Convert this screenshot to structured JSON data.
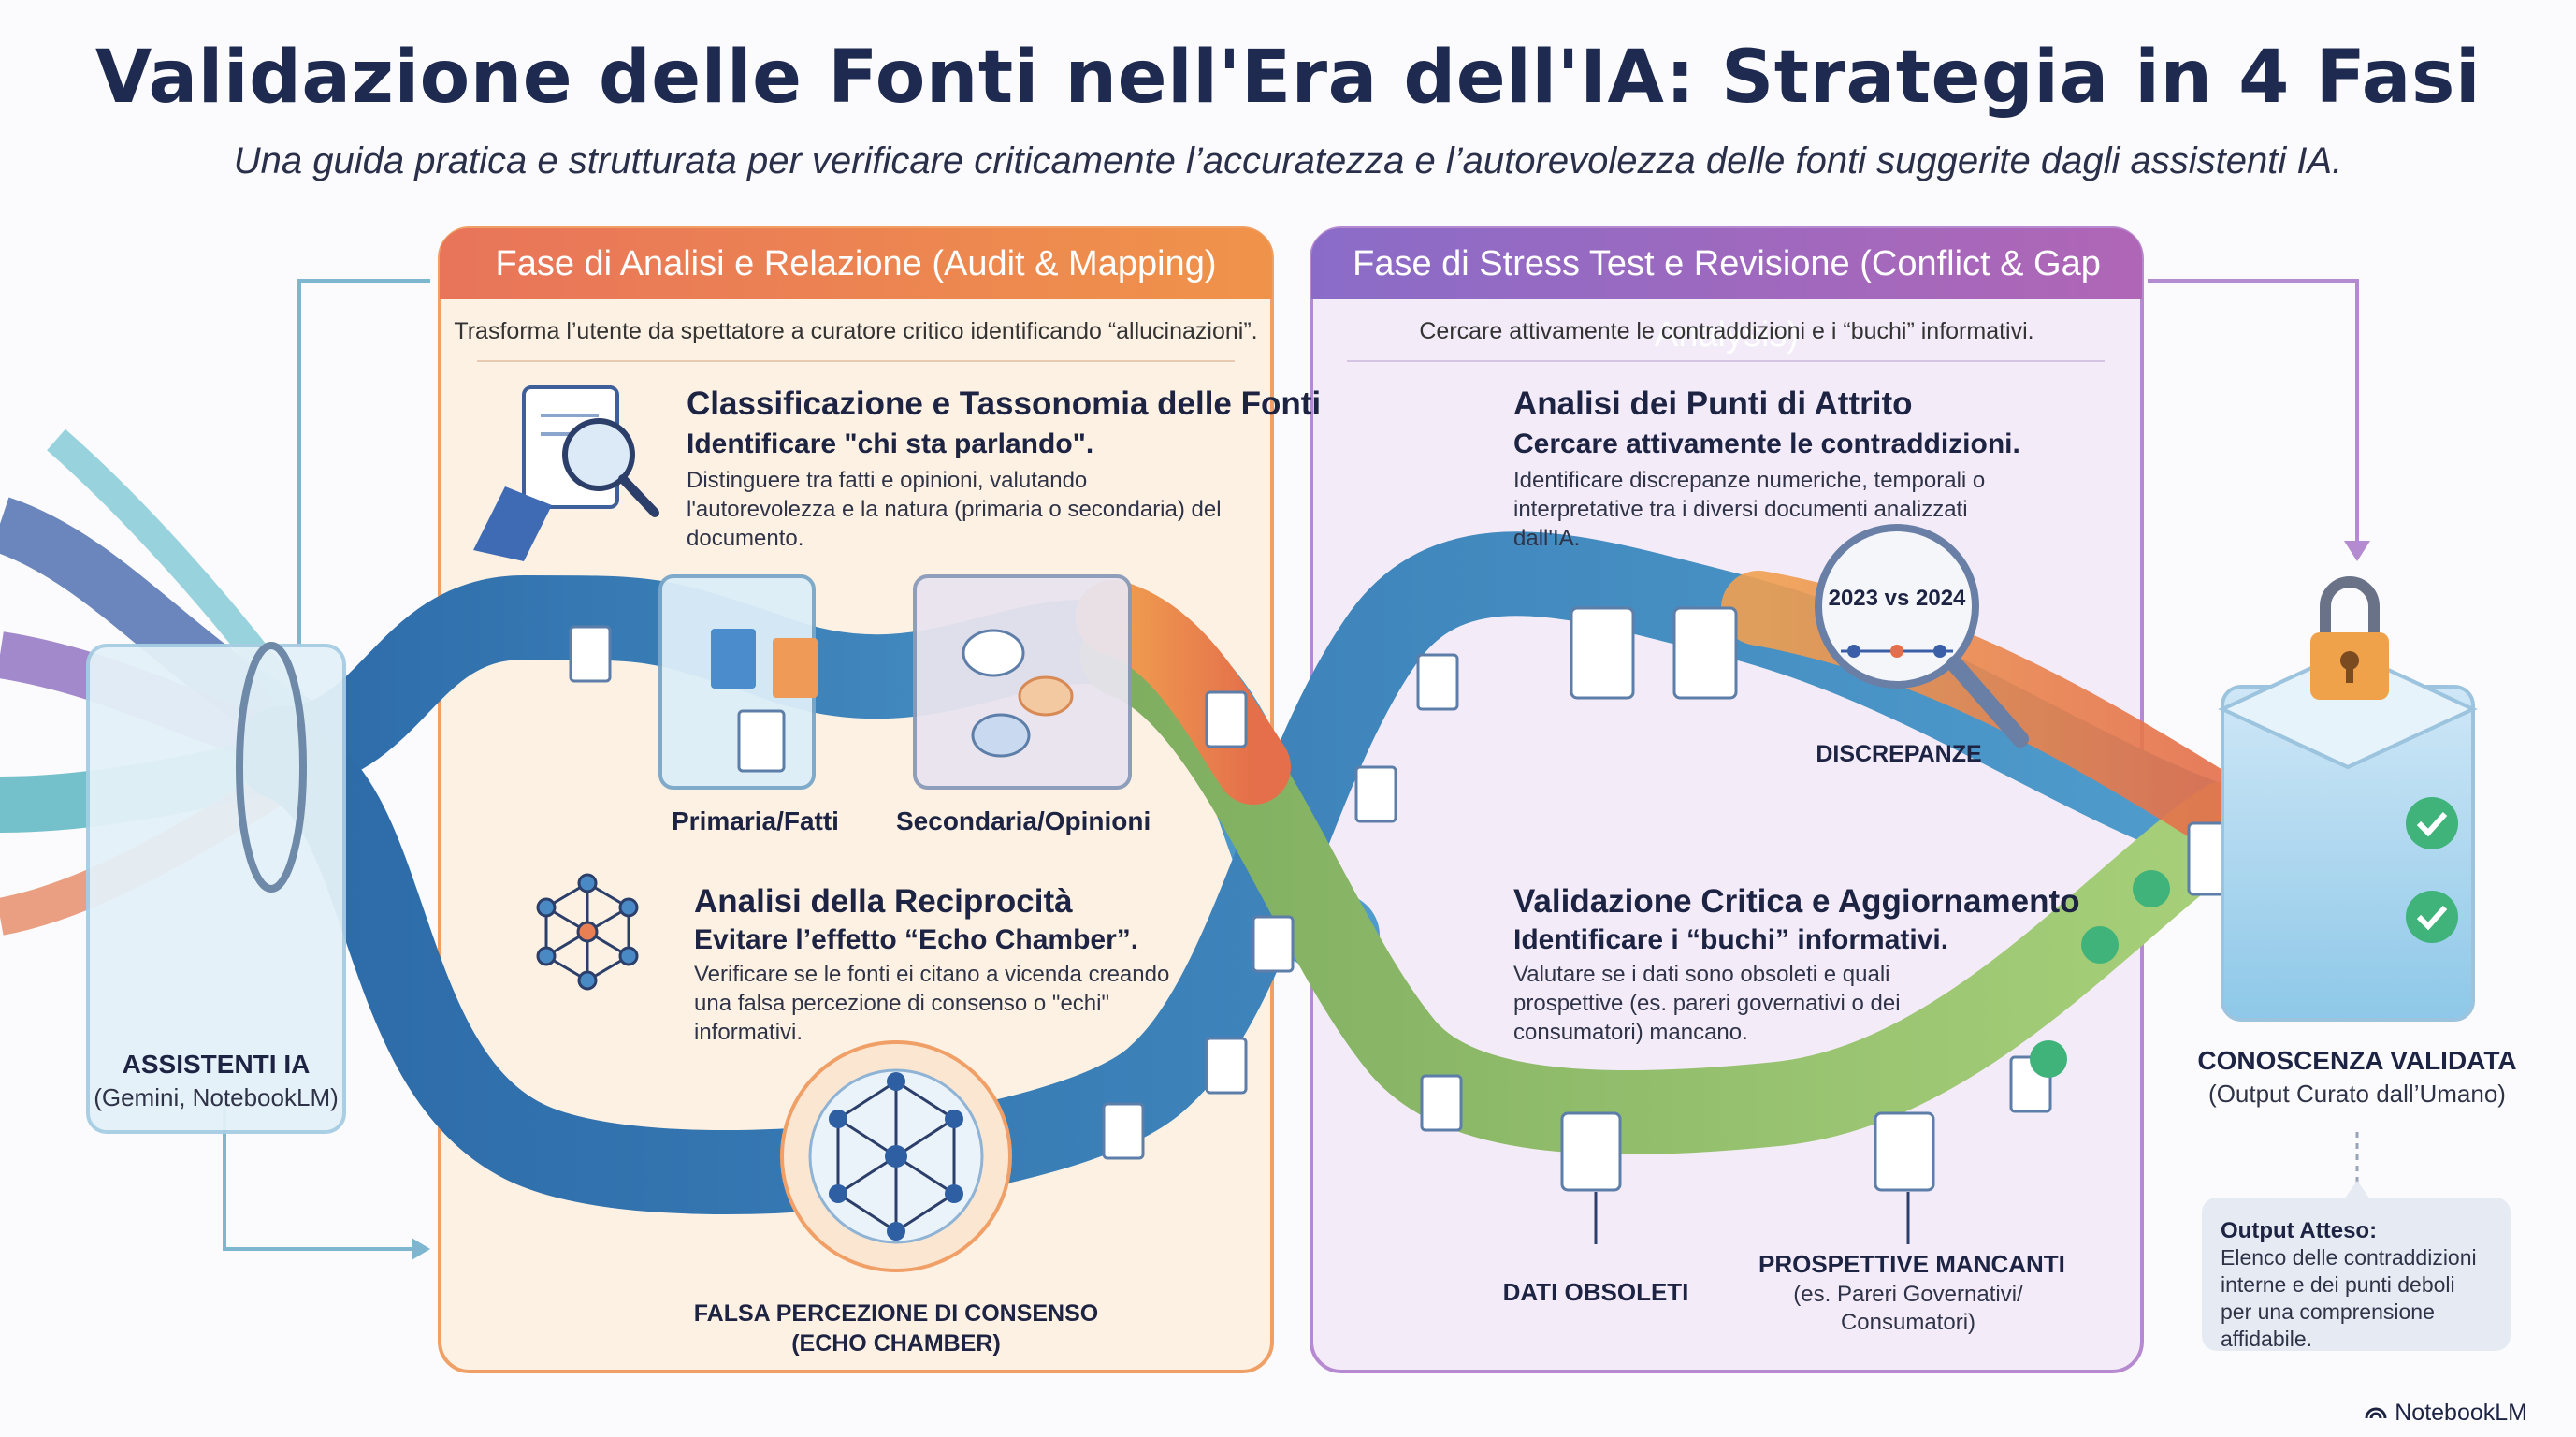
{
  "title": "Validazione delle Fonti nell'Era dell'IA: Strategia in 4 Fasi",
  "subtitle": "Una guida pratica e strutturata per verificare criticamente l’accuratezza e l’autorevolezza delle fonti suggerite dagli assistenti IA.",
  "phases": {
    "audit": {
      "header": "Fase di Analisi e Relazione (Audit & Mapping)",
      "intro": "Trasforma l’utente da spettatore a curatore critico identificando “allucinazioni”.",
      "section1": {
        "title": "Classificazione e Tassonomia delle Fonti",
        "subtitle": "Identificare \"chi sta parlando\".",
        "body": "Distinguere tra fatti e opinioni, valutando l'autorevolezza e la natura (primaria o secondaria) del documento."
      },
      "labels": {
        "primary": "Primaria/Fatti",
        "secondary": "Secondaria/Opinioni"
      },
      "section2": {
        "title": "Analisi della Reciprocità",
        "subtitle": "Evitare l’effetto “Echo Chamber”.",
        "body": "Verificare se le fonti ei citano a vicenda creando una falsa percezione di consenso o \"echi\" informativi."
      },
      "echo_label_1": "FALSA PERCEZIONE DI CONSENSO",
      "echo_label_2": "(ECHO CHAMBER)"
    },
    "stress": {
      "header": "Fase di Stress Test e Revisione (Conflict & Gap Analysis)",
      "intro": "Cercare attivamente le contraddizioni e i “buchi” informativi.",
      "section1": {
        "title": "Analisi dei Punti di Attrito",
        "subtitle": "Cercare attivamente le contraddizioni.",
        "body": "Identificare discrepanze numeriche, temporali o interpretative tra i diversi documenti analizzati dall'IA."
      },
      "magnifier_text": "2023 vs 2024",
      "discrepancy_label": "DISCREPANZE",
      "section2": {
        "title": "Validazione Critica e Aggiornamento",
        "subtitle": "Identificare i “buchi” informativi.",
        "body": "Valutare se i dati sono obsoleti e quali prospettive (es. pareri governativi o dei consumatori) mancano."
      },
      "obsolete_label": "DATI OBSOLETI",
      "missing_label": "PROSPETTIVE MANCANTI",
      "missing_sub_1": "(es. Pareri Governativi/",
      "missing_sub_2": "Consumatori)"
    }
  },
  "source": {
    "label": "ASSISTENTI IA",
    "sub": "(Gemini, NotebookLM)"
  },
  "result": {
    "label": "CONOSCENZA VALIDATA",
    "sub": "(Output Curato dall’Umano)",
    "output_title": "Output Atteso:",
    "output_text": "Elenco delle contraddizioni interne e dei punti deboli per una comprensione affidabile."
  },
  "brand": "NotebookLM",
  "colors": {
    "audit_accent": "#ef8350",
    "stress_accent": "#9a69c0",
    "flow_blue": "#3f7fb8",
    "flow_orange": "#ef8a4a",
    "flow_green": "#8cc06a",
    "check_green": "#3fb37a"
  },
  "icons": [
    "magnifier-document-icon",
    "network-icon",
    "lock-icon",
    "check-icon",
    "speech-bubble-icon",
    "document-icon"
  ]
}
